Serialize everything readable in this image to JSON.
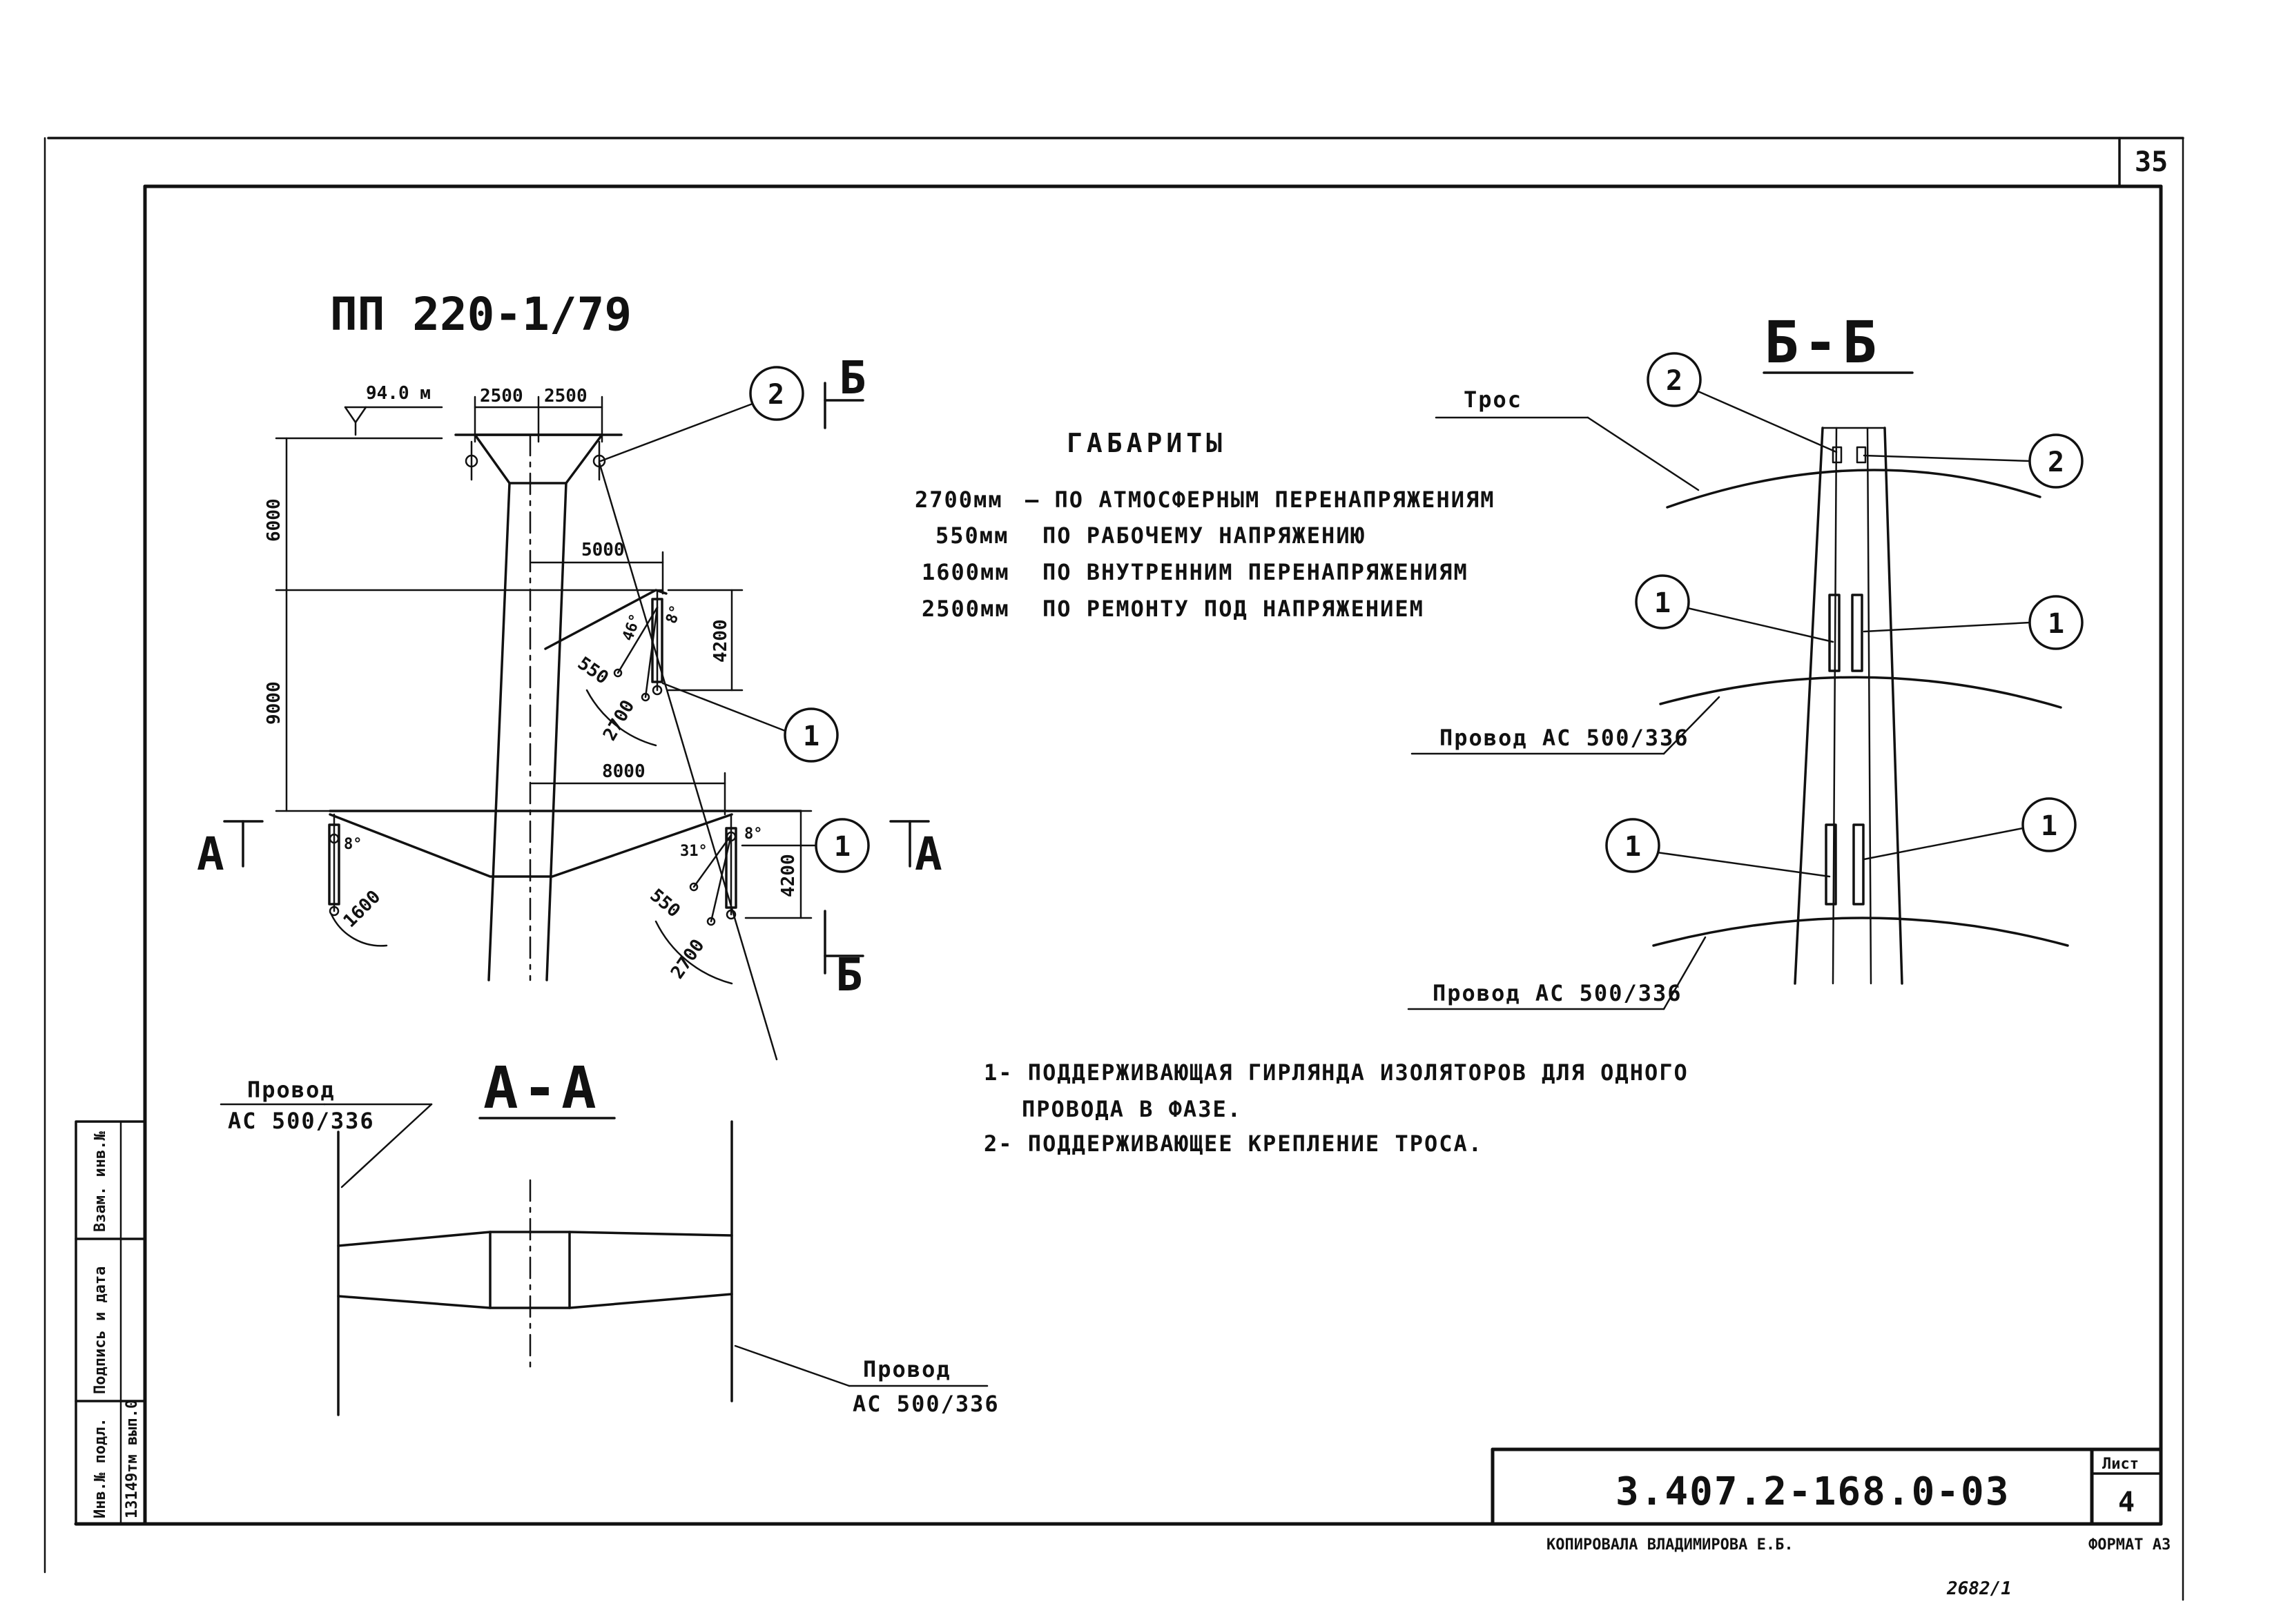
{
  "sheet": {
    "page_number": "35",
    "code": "3.407.2-168.0-03",
    "list_label": "Лист",
    "list_number": "4",
    "copied_by": "КОПИРОВАЛА ВЛАДИМИРОВА Е.Б.",
    "format": "ФОРМАТ А3",
    "inventory_note": "2682/1"
  },
  "stamp": {
    "col1": "Инв.№ подл.",
    "col1_value": "13149тм вып.0",
    "col2": "Подпись и дата",
    "col3": "Взам. инв.№"
  },
  "tower": {
    "name": "ПП 220-1/79",
    "elevation": "94.0 м",
    "dims": {
      "top_left": "2500",
      "top_right": "2500",
      "h1": "6000",
      "h2": "9000",
      "arm_upper": "5000",
      "arm_lower": "8000",
      "insul_upper": "4200",
      "insul_lower": "4200",
      "clear_550a": "550",
      "clear_2700a": "2700",
      "clear_550b": "550",
      "clear_2700b": "2700",
      "clear_1600": "1600",
      "ang_31": "31°",
      "ang_8a": "8°",
      "ang_8b": "8°",
      "ang_8c": "8°",
      "ang_46": "46°"
    },
    "section_marks": {
      "a_left": "А",
      "a_right": "А",
      "b_top": "Б",
      "b_bottom": "Б"
    },
    "callouts": [
      "2",
      "1",
      "1"
    ]
  },
  "gabarity": {
    "title": "ГАБАРИТЫ",
    "rows": [
      {
        "value": "2700мм",
        "text": "– ПО АТМОСФЕРНЫМ ПЕРЕНАПРЯЖЕНИЯМ"
      },
      {
        "value": "550мм",
        "text": "ПО РАБОЧЕМУ НАПРЯЖЕНИЮ"
      },
      {
        "value": "1600мм",
        "text": "ПО ВНУТРЕННИМ ПЕРЕНАПРЯЖЕНИЯМ"
      },
      {
        "value": "2500мм",
        "text": "ПО РЕМОНТУ ПОД НАПРЯЖЕНИЕМ"
      }
    ]
  },
  "section_bb": {
    "title": "Б-Б",
    "tros": "Трос",
    "wire1": "Провод АС 500/336",
    "wire2": "Провод АС 500/336",
    "callouts": [
      "2",
      "2",
      "1",
      "1",
      "1",
      "1"
    ]
  },
  "section_aa": {
    "title": "А-А",
    "wire_left_l1": "Провод",
    "wire_left_l2": "АС 500/336",
    "wire_right_l1": "Провод",
    "wire_right_l2": "АС 500/336"
  },
  "legend": [
    {
      "line1": "1- ПОДДЕРЖИВАЮЩАЯ ГИРЛЯНДА   ИЗОЛЯТОРОВ  ДЛЯ  ОДНОГО",
      "line2": "ПРОВОДА  В  ФАЗЕ."
    },
    {
      "line1": "2- ПОДДЕРЖИВАЮЩЕЕ  КРЕПЛЕНИЕ   ТРОСА.",
      "line2": ""
    }
  ]
}
